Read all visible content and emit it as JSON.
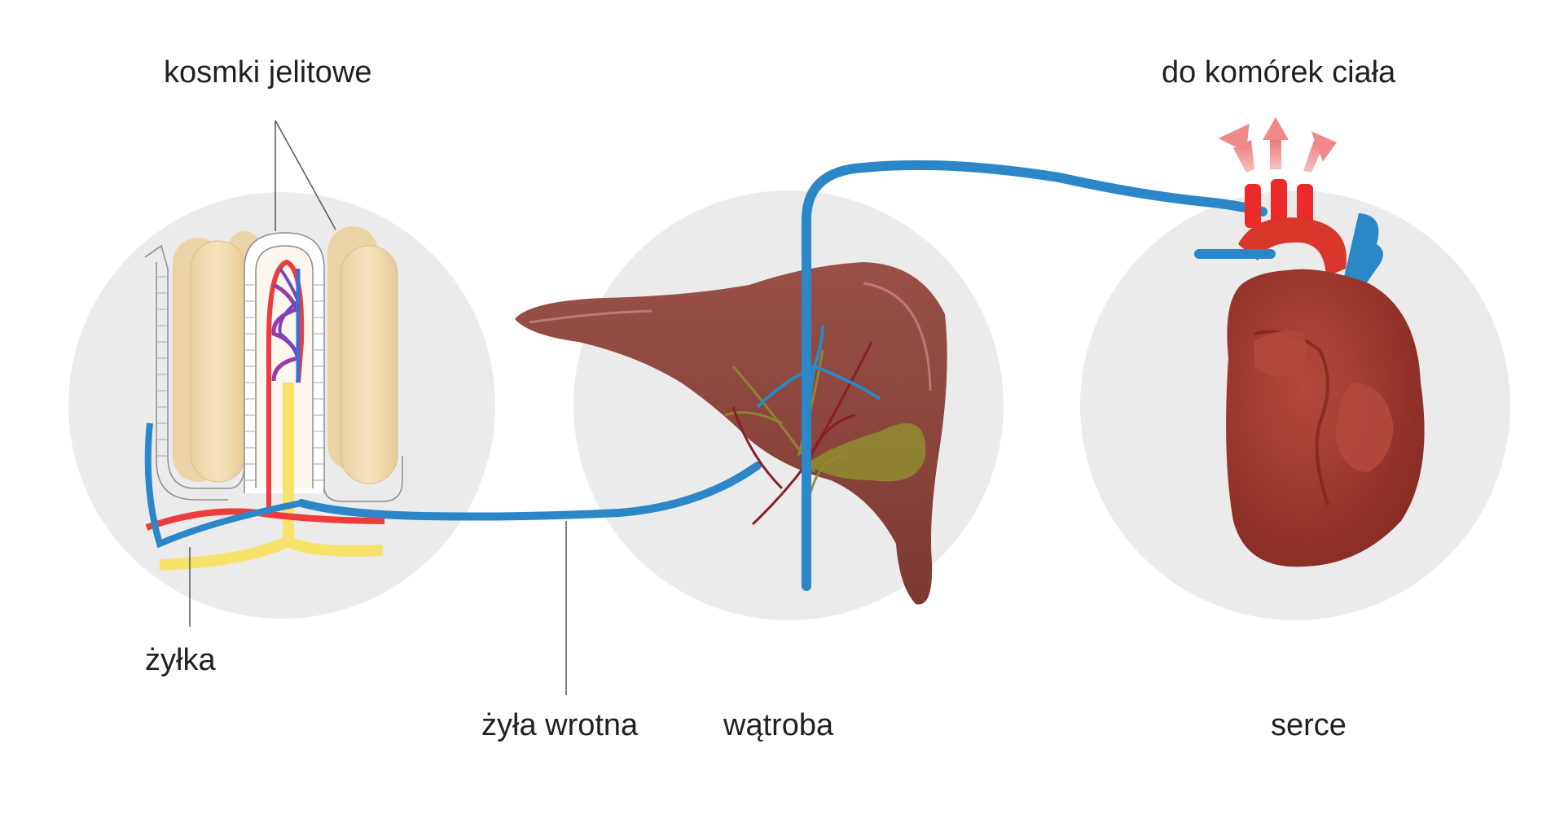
{
  "labels": {
    "intestinal_villi": "kosmki jelitowe",
    "to_body_cells": "do komórek ciała",
    "venule": "żyłka",
    "portal_vein": "żyła wrotna",
    "liver": "wątroba",
    "heart": "serce"
  },
  "colors": {
    "background_circle": "#ebebeb",
    "vein": "#2b87c8",
    "artery": "#ec3c3c",
    "lymph": "#f8e36a",
    "villus": "#f2dcb2",
    "liver": "#8a4238",
    "gallbladder": "#8f8a32",
    "heart": "#a33c30",
    "arrows": "#f08a8a"
  }
}
